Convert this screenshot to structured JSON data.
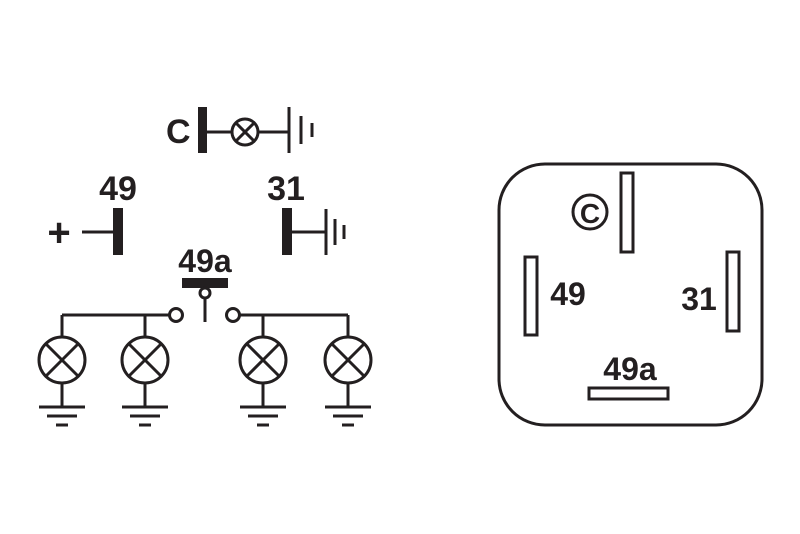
{
  "schematic": {
    "terminal_c": "C",
    "terminal_49": "49",
    "terminal_31": "31",
    "terminal_49a": "49a",
    "plus_symbol": "+"
  },
  "relay_housing": {
    "terminal_c": "C",
    "terminal_49": "49",
    "terminal_31": "31",
    "terminal_49a": "49a"
  },
  "colors": {
    "ink": "#231f20",
    "background": "#ffffff"
  }
}
